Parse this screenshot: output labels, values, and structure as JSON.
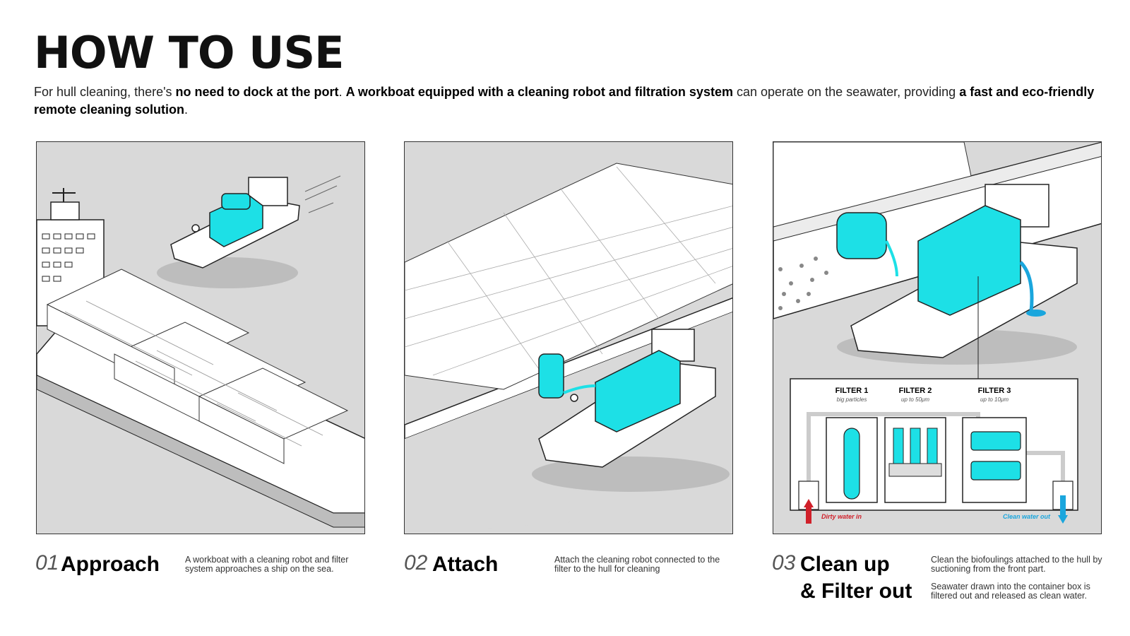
{
  "header": {
    "title": "HOW TO USE",
    "intro": [
      {
        "text": "For hull cleaning, there's ",
        "bold": false
      },
      {
        "text": "no need to dock at the port",
        "bold": true
      },
      {
        "text": ". ",
        "bold": false
      },
      {
        "text": "A workboat equipped with a cleaning robot and filtration system",
        "bold": true
      },
      {
        "text": " can operate on the seawater, providing ",
        "bold": false
      },
      {
        "text": "a fast and eco-friendly remote cleaning solution",
        "bold": true
      },
      {
        "text": ".",
        "bold": false
      }
    ]
  },
  "steps": [
    {
      "number": "01",
      "name": "Approach",
      "description": "A workboat with a cleaning robot and filter system approaches a ship on the sea."
    },
    {
      "number": "02",
      "name": "Attach",
      "description": "Attach the cleaning robot connected to the filter to the hull for cleaning"
    },
    {
      "number": "03",
      "name_line1": "Clean up",
      "name_line2": "& Filter out",
      "description": "Clean the biofoulings attached to the hull by suctioning from the front part.",
      "description2": "Seawater drawn into the container box is filtered out and released as clean water."
    }
  ],
  "filters": {
    "filter1": {
      "title": "FILTER 1",
      "sub": "big particles"
    },
    "filter2": {
      "title": "FILTER 2",
      "sub": "up to 50μm"
    },
    "filter3": {
      "title": "FILTER 3",
      "sub": "up to 10μm"
    },
    "dirty_in": "Dirty water in",
    "clean_out": "Clean water out"
  },
  "colors": {
    "accent": "#1de0e6",
    "dirty": "#d0202a",
    "clean": "#1aa6dd",
    "panel_bg": "#d9d9d9"
  }
}
